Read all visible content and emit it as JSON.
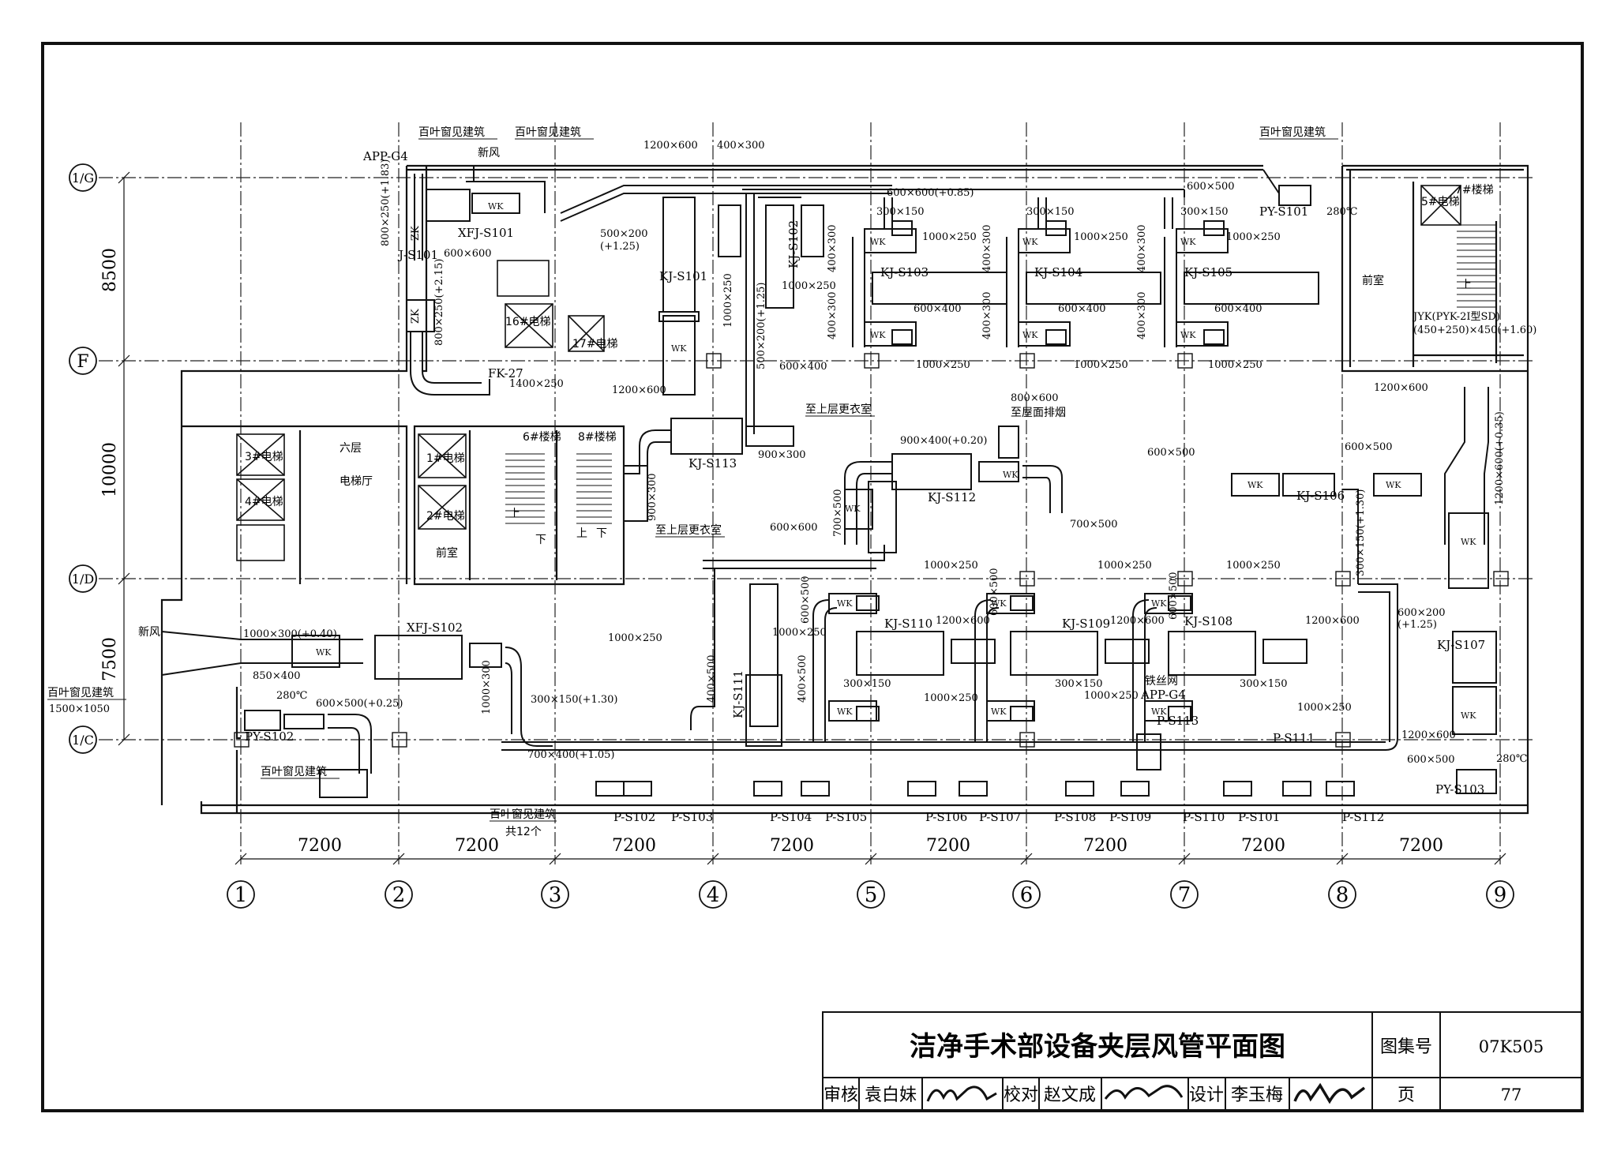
{
  "drawing": {
    "title": "洁净手术部设备夹层风管平面图",
    "atlas_label": "图集号",
    "atlas_no": "07K505",
    "page_label": "页",
    "page_no": "77",
    "review_label": "审核",
    "reviewer": "袁白妹",
    "check_label": "校对",
    "checker": "赵文成",
    "design_label": "设计",
    "designer": "李玉梅"
  },
  "grid": {
    "columns": [
      "1",
      "2",
      "3",
      "4",
      "5",
      "6",
      "7",
      "8",
      "9"
    ],
    "rows": [
      "1/G",
      "F",
      "1/D",
      "1/C"
    ],
    "bay_widths": [
      "7200",
      "7200",
      "7200",
      "7200",
      "7200",
      "7200",
      "7200",
      "7200"
    ],
    "row_spacing": [
      "8500",
      "10000",
      "7500"
    ]
  },
  "units": {
    "kj_s101": "KJ-S101",
    "kj_s102": "KJ-S102",
    "kj_s103": "KJ-S103",
    "kj_s104": "KJ-S104",
    "kj_s105": "KJ-S105",
    "kj_s106": "KJ-S106",
    "kj_s107": "KJ-S107",
    "kj_s108": "KJ-S108",
    "kj_s109": "KJ-S109",
    "kj_s110": "KJ-S110",
    "kj_s111": "KJ-S111",
    "kj_s112": "KJ-S112",
    "kj_s113": "KJ-S113",
    "xfj_s101": "XFJ-S101",
    "xfj_s102": "XFJ-S102",
    "py_s101": "PY-S101",
    "py_s102": "PY-S102",
    "py_s103": "PY-S103",
    "j_s101": "J-S101",
    "p_s101": "P-S101",
    "p_s102": "P-S102",
    "p_s103": "P-S103",
    "p_s104": "P-S104",
    "p_s105": "P-S105",
    "p_s106": "P-S106",
    "p_s107": "P-S107",
    "p_s108": "P-S108",
    "p_s109": "P-S109",
    "p_s110": "P-S110",
    "p_s111": "P-S111",
    "p_s112": "P-S112",
    "p_s113": "P-S113",
    "app_g4": "APP-G4",
    "fk27": "FK-27",
    "jyk": "JYK(PYK-2I型SD)",
    "wk": "WK",
    "zk": "ZK"
  },
  "notes": {
    "louver": "百叶窗见建筑",
    "fresh_air": "新风",
    "to_upper_locker": "至上层更衣室",
    "to_roof_exhaust": "至屋面排烟",
    "louver_count": "共12个",
    "wire_mesh": "铁丝网",
    "degree_280": "280℃",
    "louver_size": "1500×1050"
  },
  "rooms": {
    "stair6": "6#楼梯",
    "stair7": "7#楼梯",
    "stair8": "8#楼梯",
    "lift1": "1#电梯",
    "lift2": "2#电梯",
    "lift3": "3#电梯",
    "lift4": "4#电梯",
    "lift5": "5#电梯",
    "lift16": "16#电梯",
    "lift17": "17#电梯",
    "lobby_floor": "六层",
    "lobby": "电梯厅",
    "anteroom": "前室",
    "up": "上",
    "down": "下"
  },
  "ducts": {
    "d1200x600": "1200×600",
    "d400x300": "400×300",
    "d600x600_085": "600×600(+0.85)",
    "d600x500": "600×500",
    "d300x150": "300×150",
    "d1000x250": "1000×250",
    "d600x400": "600×400",
    "d500x200": "500×200",
    "d500x200_b": "(+1.25)",
    "d600x600": "600×600",
    "d800x250_183": "800×250(+1.83)",
    "d800x250_215": "800×250(+2.15)",
    "d1400x250": "1400×250",
    "d1000x250_v": "1000×250",
    "d500x200_125": "500×200(+1.25)",
    "d400x300_v": "400×300",
    "d450_250": "(450+250)×450(+1.60)",
    "d900x300": "900×300",
    "d900x300_v": "900×300",
    "d800x600": "800×600",
    "d900x400_020": "900×400(+0.20)",
    "d700x500": "700×500",
    "d700x500_v": "700×500",
    "d1200x600_035": "1200×600(+0.35)",
    "d300x150_130": "300×150(+1.30)",
    "d600x200": "600×200",
    "d600x200_125": "(+1.25)",
    "d1000x300_040": "1000×300(+0.40)",
    "d850x400": "850×400",
    "d600x500_025": "600×500(+0.25)",
    "d1000x300_v": "1000×300",
    "d700x400_105": "700×400(+1.05)",
    "d400x500": "400×500",
    "d600x500_v": "600×500"
  }
}
